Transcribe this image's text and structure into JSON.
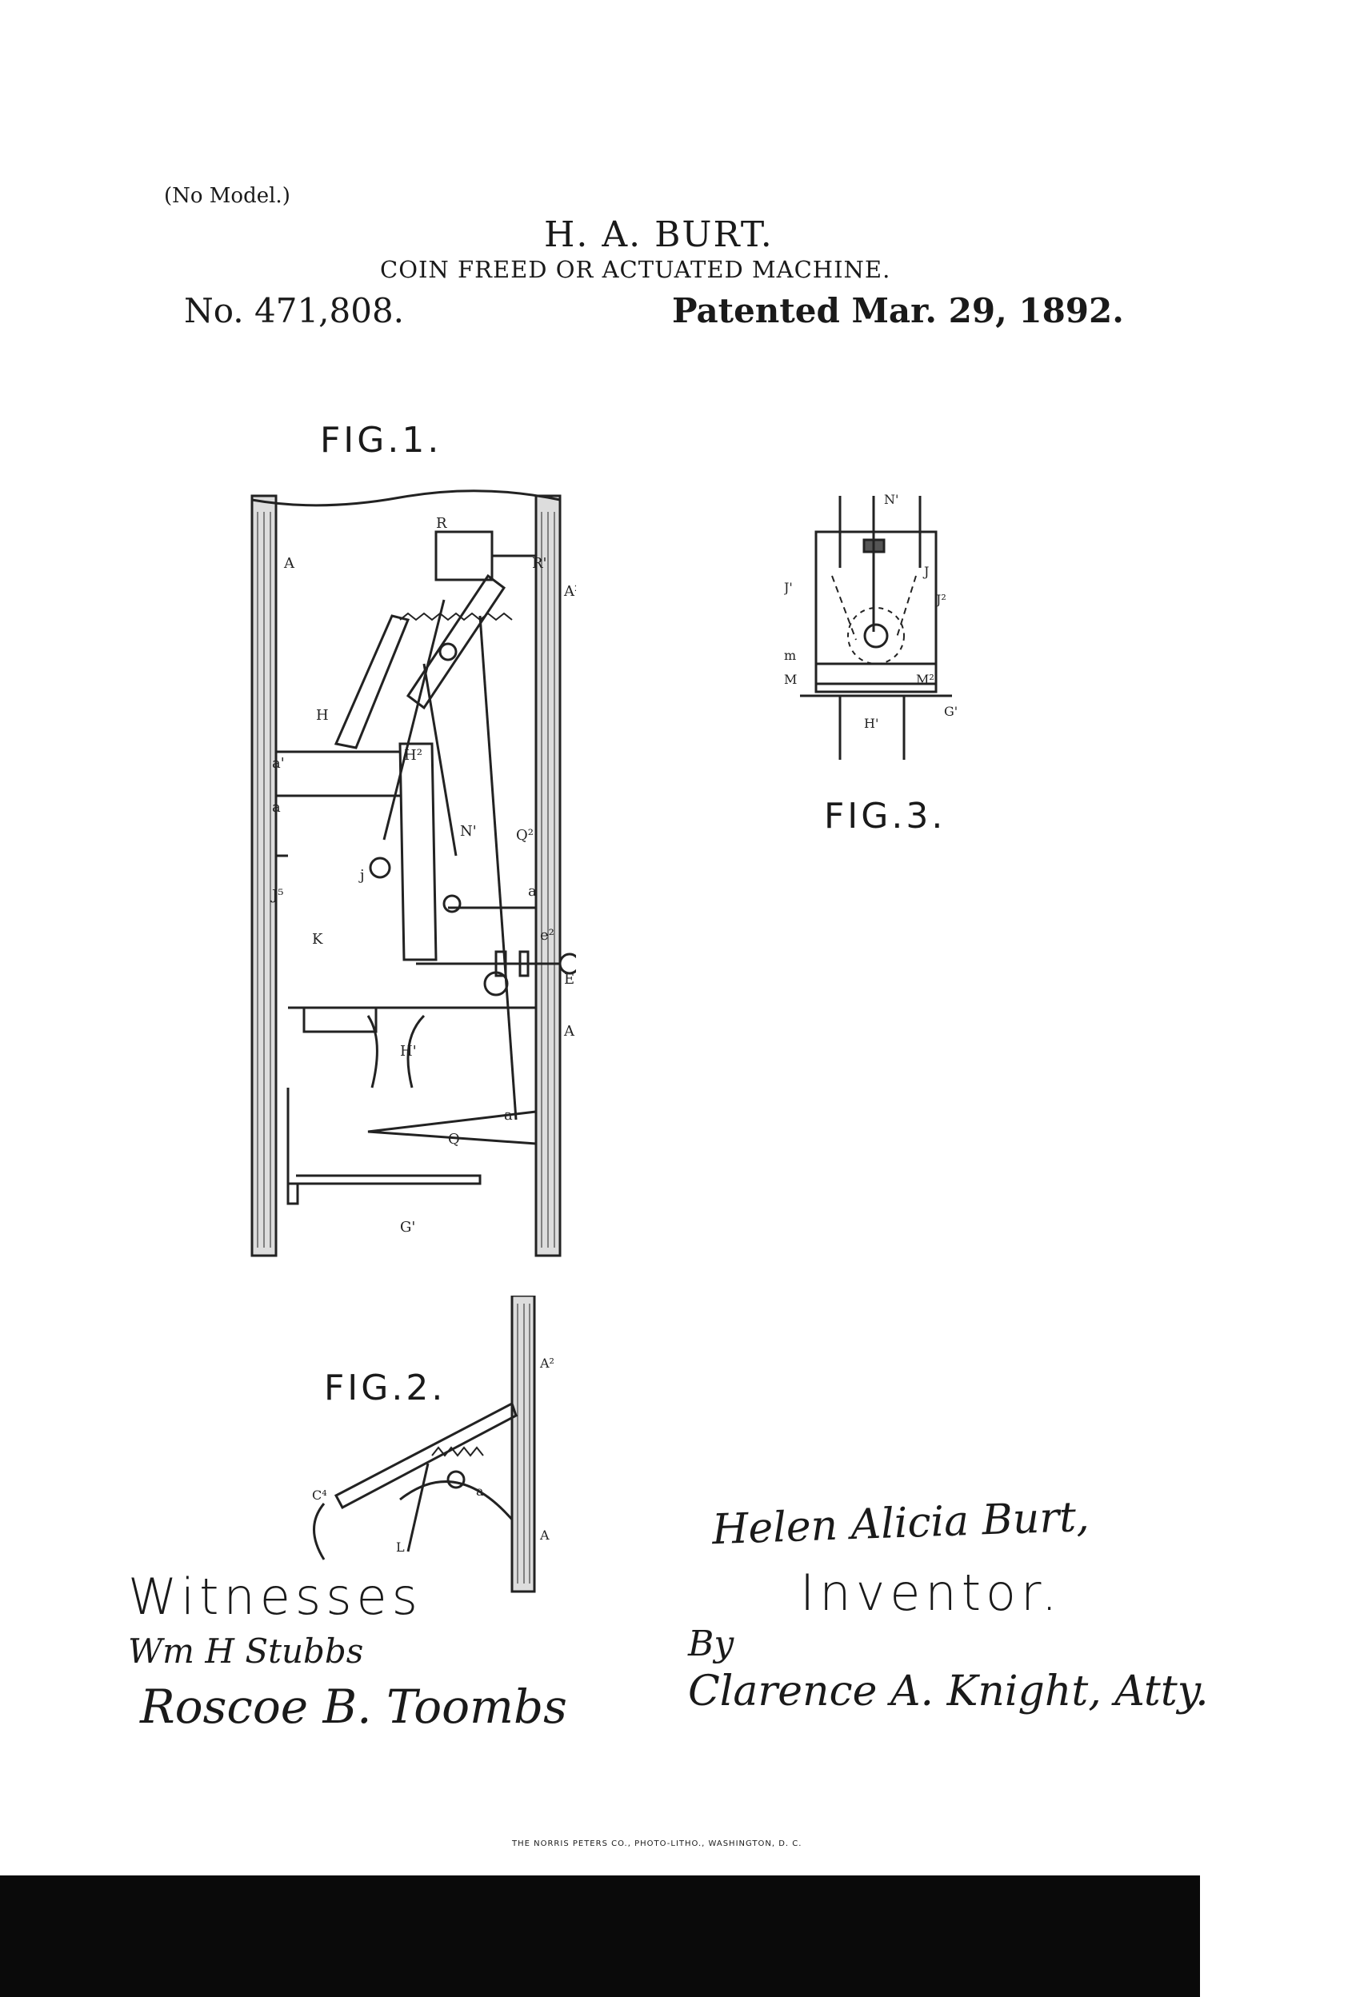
{
  "header": {
    "no_model": "(No Model.)",
    "inventor_name": "H. A. BURT.",
    "title": "COIN FREED OR ACTUATED MACHINE.",
    "patent_no": "No. 471,808.",
    "patented": "Patented Mar. 29, 1892."
  },
  "figures": {
    "fig1": "FIG.1.",
    "fig2": "FIG.2.",
    "fig3": "FIG.3."
  },
  "labels": {
    "witnesses": "Witnesses",
    "inventor": "Inventor."
  },
  "signatures": {
    "inventor": "Helen Alicia Burt,",
    "witness1": "Wm H Stubbs",
    "witness2": "Roscoe B. Toombs",
    "by": "By",
    "attorney": "Clarence A. Knight, Atty."
  },
  "printer": "THE NORRIS PETERS CO., PHOTO-LITHO., WASHINGTON, D. C.",
  "colors": {
    "ink": "#1a1a1a",
    "paper": "#ffffff",
    "scan_edge": "#0a0a0a"
  }
}
